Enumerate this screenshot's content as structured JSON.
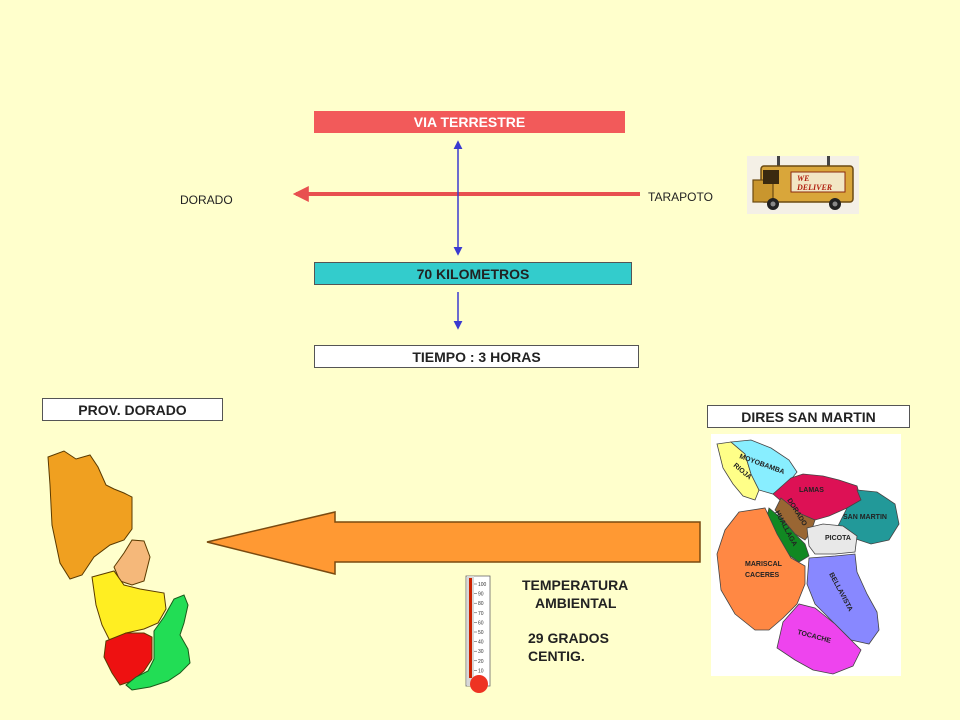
{
  "header": {
    "via": "VIA TERRESTRE",
    "distance": "70 KILOMETROS",
    "time": "TIEMPO : 3 HORAS"
  },
  "route": {
    "origin": "TARAPOTO",
    "destination": "DORADO"
  },
  "truck_sign": {
    "line1": "WE",
    "line2": "DELIVER"
  },
  "left_map": {
    "title": "PROV. DORADO"
  },
  "right_map": {
    "title": "DIRES SAN MARTIN",
    "regions": {
      "moyobamba": "MOYOBAMBA",
      "rioja": "RIOJA",
      "lamas": "LAMAS",
      "dorado": "DORADO",
      "huallaga": "HUALLAGA",
      "san_martin": "SAN MARTIN",
      "picota": "PICOTA",
      "mariscal_1": "MARISCAL",
      "mariscal_2": "CACERES",
      "bellavista": "BELLAVISTA",
      "tocache": "TOCACHE"
    }
  },
  "temperature": {
    "label1": "TEMPERATURA",
    "label2": "AMBIENTAL",
    "value1": "29 GRADOS",
    "value2": "CENTIG.",
    "scale": [
      "100",
      "90",
      "80",
      "70",
      "60",
      "50",
      "40",
      "30",
      "20",
      "10"
    ]
  },
  "colors": {
    "via_box": "#f25a5a",
    "distance_box": "#33cccc",
    "route_arrow": "#e85050",
    "vertical_arrow": "#3a3ad0",
    "big_arrow": "#ff9933"
  }
}
